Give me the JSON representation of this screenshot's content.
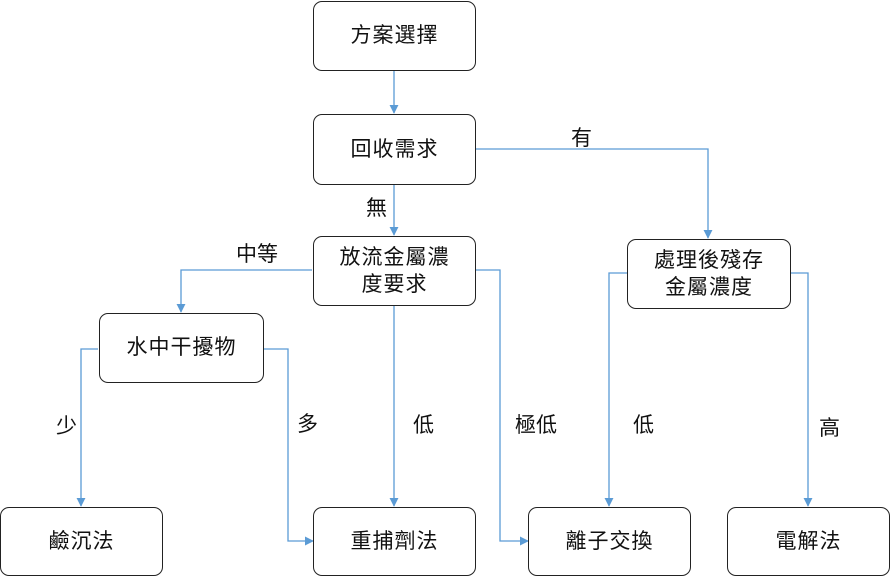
{
  "colors": {
    "connector": "#5b9bd5",
    "node_border": "#222222",
    "text": "#111111"
  },
  "nodes": {
    "n1": {
      "text": "方案選擇"
    },
    "n2": {
      "text": "回收需求"
    },
    "n3": {
      "text": "放流金屬濃\n度要求"
    },
    "n4": {
      "text": "處理後殘存\n金屬濃度"
    },
    "n5": {
      "text": "水中干擾物"
    },
    "n6": {
      "text": "鹼沉法"
    },
    "n7": {
      "text": "重捕劑法"
    },
    "n8": {
      "text": "離子交換"
    },
    "n9": {
      "text": "電解法"
    }
  },
  "edge_labels": {
    "yes": "有",
    "no": "無",
    "medium": "中等",
    "few": "少",
    "many": "多",
    "low": "低",
    "very_low": "極低",
    "low2": "低",
    "high": "高"
  }
}
